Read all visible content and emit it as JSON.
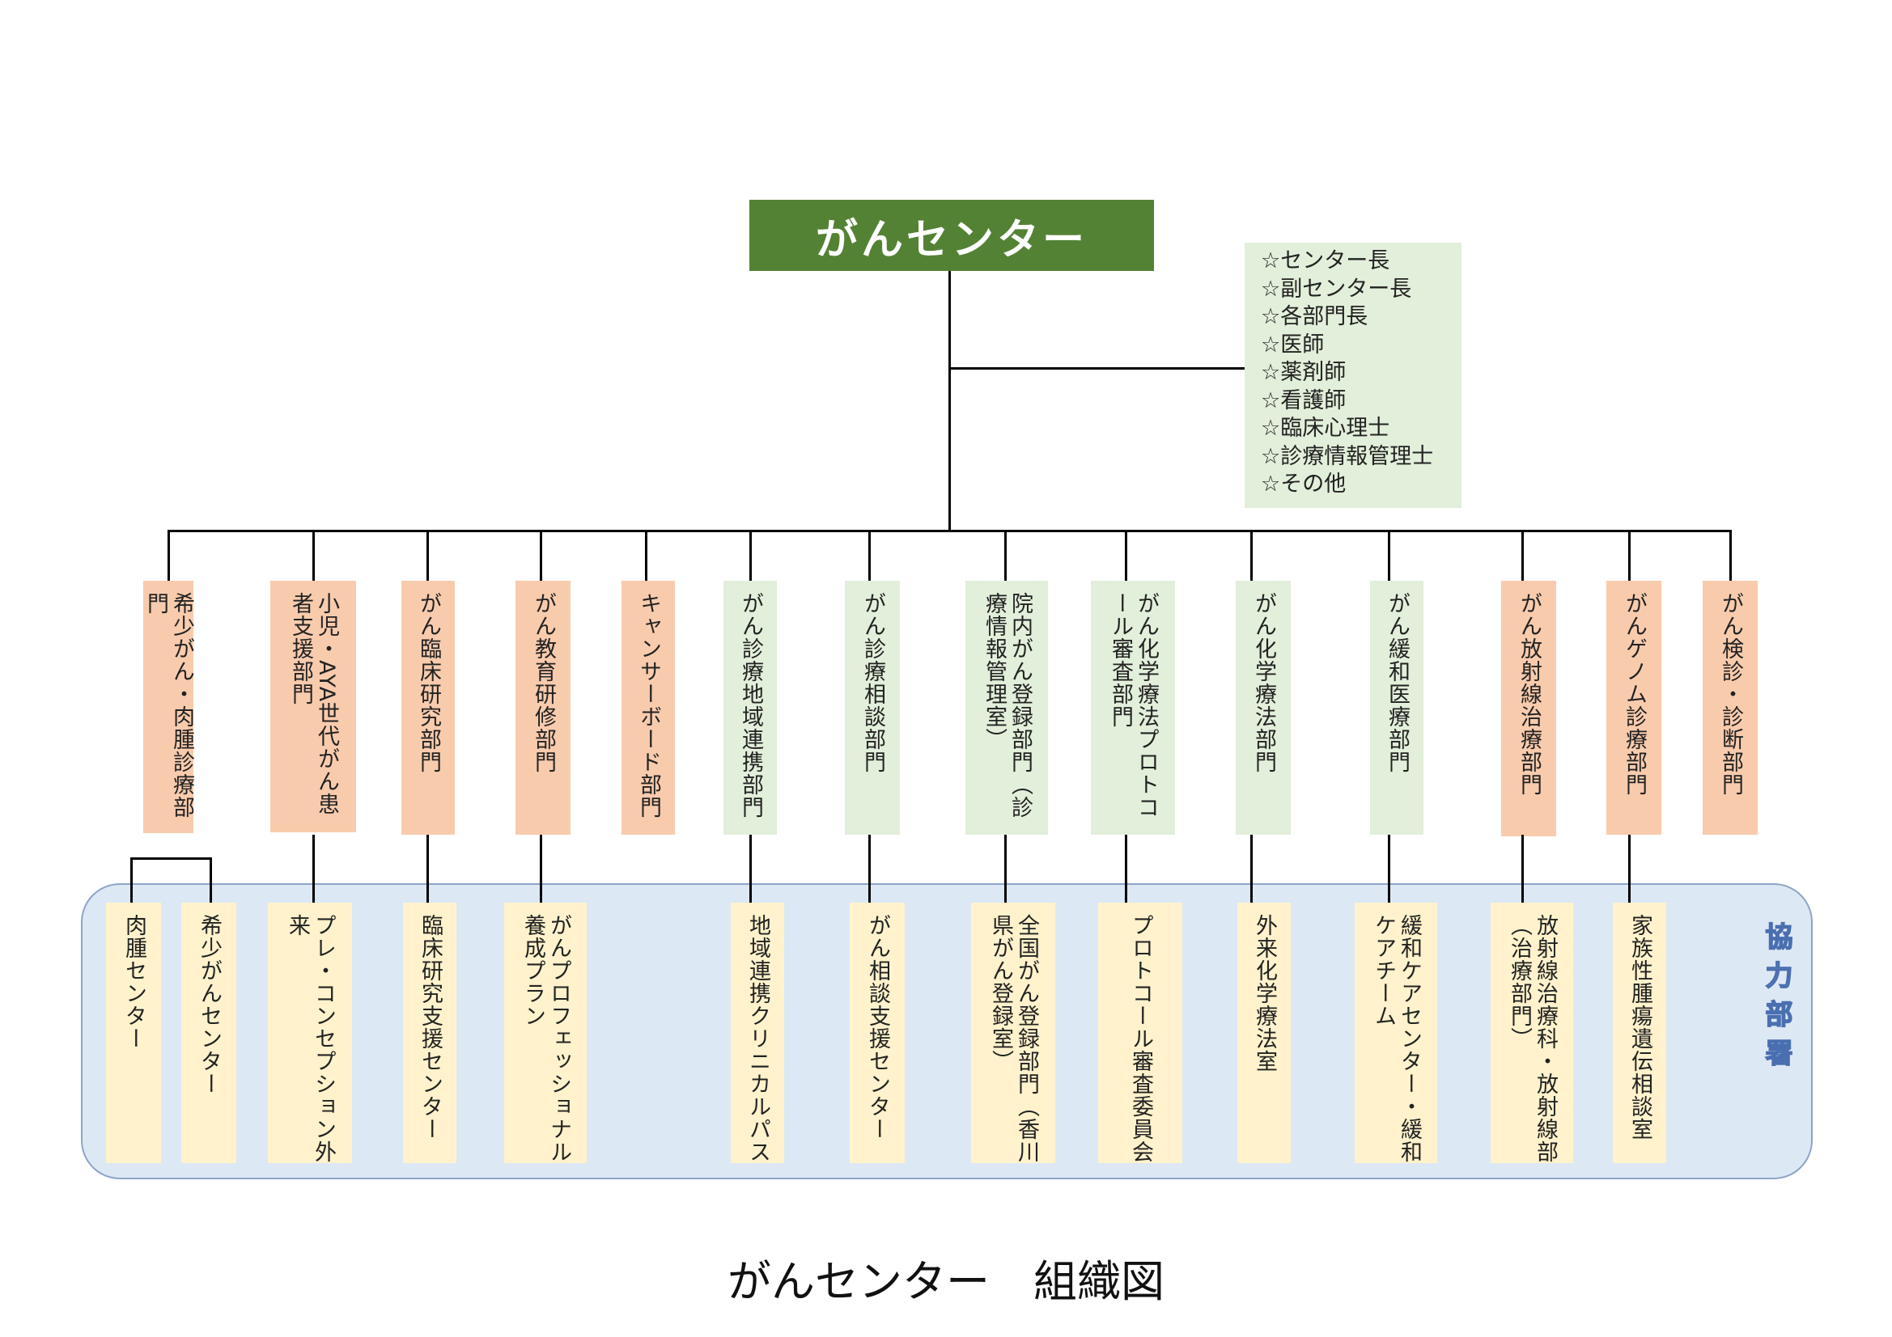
{
  "title": "がんセンター",
  "staff": [
    "☆センター長",
    "☆副センター長",
    "☆各部門長",
    "☆医師",
    "☆薬剤師",
    "☆看護師",
    "☆臨床心理士",
    "☆診療情報管理士",
    "☆その他"
  ],
  "departments": [
    "希少がん・肉腫診療部門",
    "小児・AYA世代がん患者支援部門",
    "がん臨床研究部門",
    "がん教育研修部門",
    "キャンサーボード部門",
    "がん診療地域連携部門",
    "がん診療相談部門",
    "院内がん登録部門（診療情報管理室）",
    "がん化学療法プロトコール審査部門",
    "がん化学療法部門",
    "がん緩和医療部門",
    "がん放射線治療部門",
    "がんゲノム診療部門",
    "がん検診・診断部門"
  ],
  "cooperating_label": "協力部署",
  "cooperating": [
    "肉腫センター",
    "希少がんセンター",
    "プレ・コンセプション外来",
    "臨床研究支援センター",
    "がんプロフェッショナル養成プラン",
    "地域連携クリニカルパス",
    "がん相談支援センター",
    "全国がん登録部門（香川県がん登録室）",
    "プロトコール審査委員会",
    "外来化学療法室",
    "緩和ケアセンター・緩和ケアチーム",
    "放射線治療科・放射線部（治療部門）",
    "家族性腫瘍遺伝相談室"
  ],
  "caption": "がんセンター　組織図",
  "colors": {
    "title_bg": "#548235",
    "staff_bg": "#e2efda",
    "dept_orange": "#f8cbad",
    "dept_green": "#e2efda",
    "coop_bg": "#fff2cc",
    "coop_area": "#dde8f5"
  }
}
